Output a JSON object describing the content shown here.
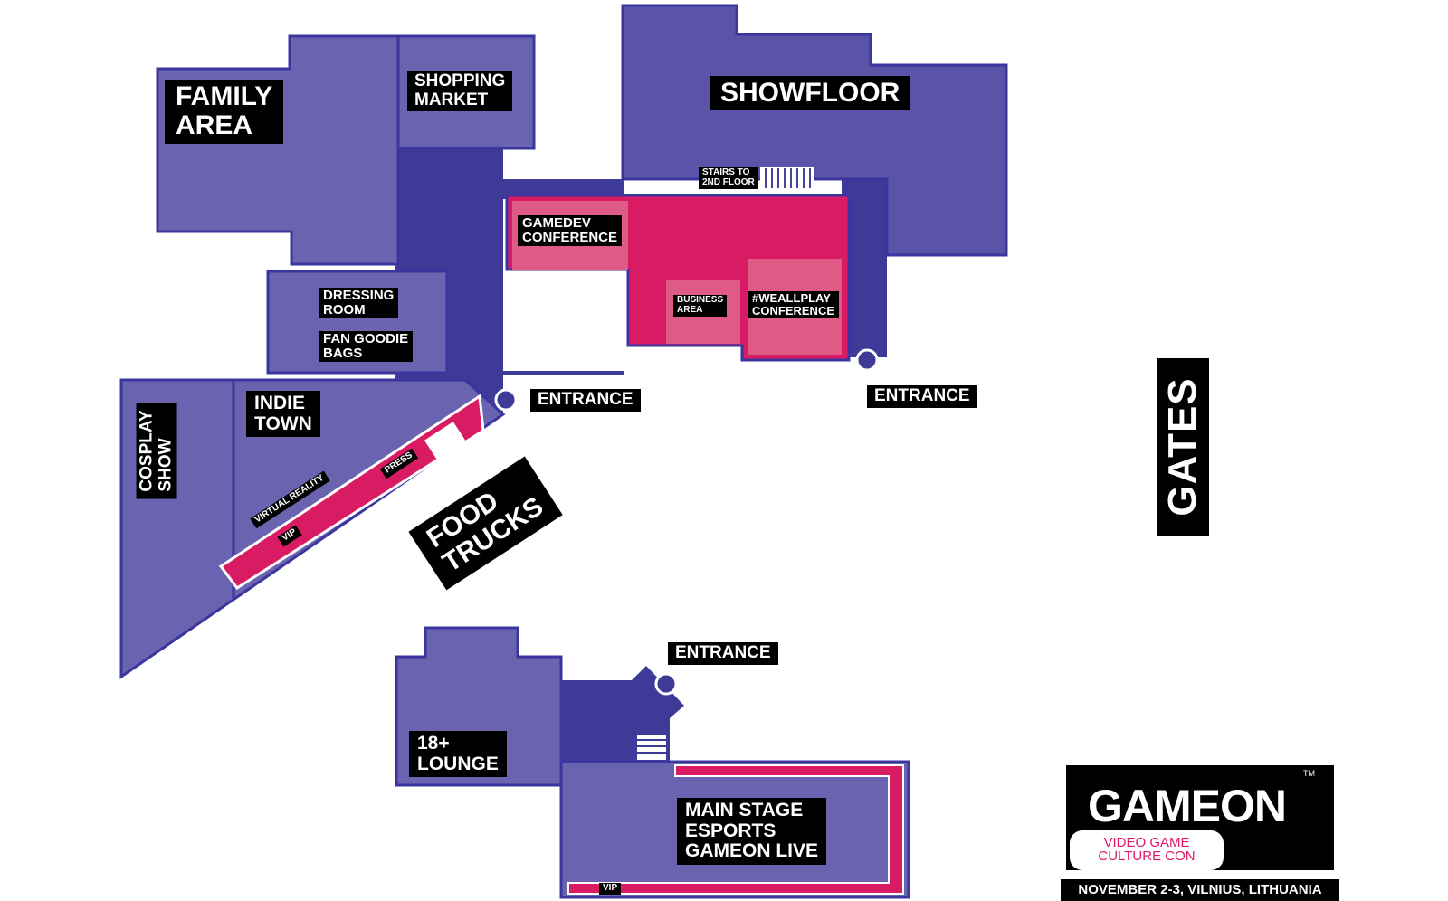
{
  "colors": {
    "hall": "#6a63b0",
    "hall_dark": "#4a44a0",
    "corridor": "#3e3a98",
    "pink": "#d81b62",
    "pink_light": "#e05a86",
    "outline": "#3b35a0",
    "label_bg": "#000000"
  },
  "areas": {
    "family_area": [
      "FAMILY",
      "AREA"
    ],
    "shopping_market": [
      "SHOPPING",
      "MARKET"
    ],
    "showfloor": "SHOWFLOOR",
    "stairs": [
      "STAIRS TO",
      "2ND FLOOR"
    ],
    "gamedev_conference": [
      "GAMEDEV",
      "CONFERENCE"
    ],
    "business_area": [
      "BUSINESS",
      "AREA"
    ],
    "weallplay_conference": [
      "#WEALLPLAY",
      "CONFERENCE"
    ],
    "dressing_room": [
      "DRESSING",
      "ROOM"
    ],
    "fan_goodie_bags": [
      "FAN GOODIE",
      "BAGS"
    ],
    "indie_town": [
      "INDIE",
      "TOWN"
    ],
    "cosplay_show": [
      "COSPLAY",
      "SHOW"
    ],
    "virtual_reality": "VIRTUAL REALITY",
    "press": "PRESS",
    "vip_strip": "VIP",
    "food_trucks": [
      "FOOD",
      "TRUCKS"
    ],
    "lounge": [
      "18+",
      "LOUNGE"
    ],
    "main_stage": [
      "MAIN STAGE",
      "ESPORTS",
      "GAMEON LIVE"
    ],
    "main_stage_vip": "VIP",
    "gates": "GATES"
  },
  "entrances": {
    "north": "ENTRANCE",
    "center": "ENTRANCE",
    "south": "ENTRANCE"
  },
  "logo": {
    "wordmark": "GAMEON",
    "trademark": "TM",
    "tagline": [
      "VIDEO GAME",
      "CULTURE CON"
    ],
    "date_line": "NOVEMBER 2-3, VILNIUS, LITHUANIA"
  }
}
